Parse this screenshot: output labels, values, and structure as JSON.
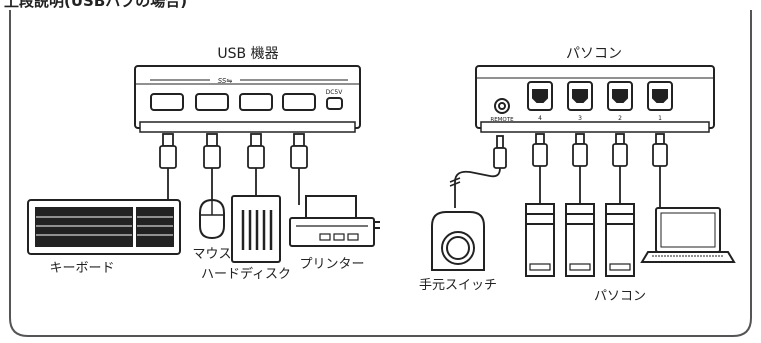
{
  "header": {
    "title": "上段説明(USBハブの場合)"
  },
  "labels": {
    "usb_devices": "USB 機器",
    "pc_top": "パソコン",
    "hub_port_label": "SS⇋",
    "dc_label": "DC5V",
    "remote_label": "REMOTE",
    "port_numbers": [
      "4",
      "3",
      "2",
      "1"
    ],
    "keyboard": "キーボード",
    "mouse": "マウス",
    "hdd": "ハードディスク",
    "printer": "プリンター",
    "hand_switch": "手元スイッチ",
    "pc_bottom": "パソコン"
  },
  "colors": {
    "stroke": "#222222",
    "fill_light": "#f2f2f2",
    "frame": "#555555"
  }
}
